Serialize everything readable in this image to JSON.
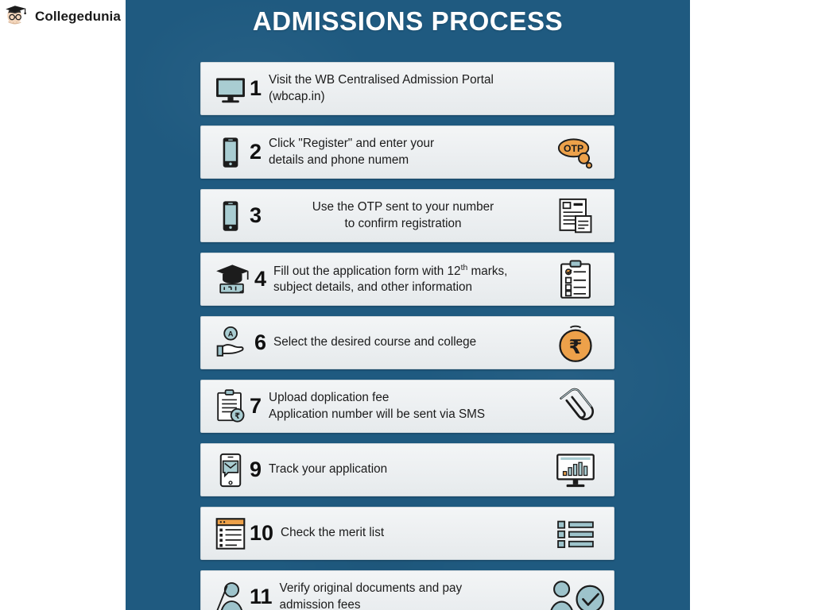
{
  "brand": {
    "name": "Collegedunia",
    "logo_icon": "graduate-avatar-icon"
  },
  "poster": {
    "title": "ADMISSIONS PROCESS",
    "background_color": "#1f5a80",
    "card_color": "#eef1f3",
    "accent_orange": "#eda14a",
    "icon_teal": "#9dc3cb",
    "text_color": "#1b1b1b"
  },
  "steps": [
    {
      "number": "1",
      "lead_icon": "desktop-monitor-icon",
      "text_line1": "Visit the WB Centralised Admission Portal",
      "text_line2": "(wbcap.in)",
      "align": "left",
      "trail_icon": ""
    },
    {
      "number": "2",
      "lead_icon": "smartphone-icon",
      "text_line1": "Click \"Register\" and enter your",
      "text_line2": "details and phone numem",
      "align": "left",
      "trail_icon": "otp-speech-bubble-icon",
      "trail_label": "OTP"
    },
    {
      "number": "3",
      "lead_icon": "smartphone-icon",
      "text_line1": "Use the OTP sent to your number",
      "text_line2": "to confirm registration",
      "align": "center",
      "trail_icon": "documents-icon"
    },
    {
      "number": "4",
      "lead_icon": "graduation-cap-icon",
      "text_line1": "Fill out the application form with 12th marks,",
      "text_line2": "subject details, and other information",
      "align": "left",
      "trail_icon": "clipboard-checklist-icon"
    },
    {
      "number": "6",
      "lead_icon": "hand-selecting-option-icon",
      "text_line1": "Select the desired course and college",
      "text_line2": "",
      "align": "left",
      "trail_icon": "rupee-coin-icon"
    },
    {
      "number": "7",
      "lead_icon": "clipboard-fee-icon",
      "text_line1": "Upload doplication fee",
      "text_line2": "Application number will be sent via SMS",
      "align": "left",
      "trail_icon": "paperclip-icon"
    },
    {
      "number": "9",
      "lead_icon": "phone-message-icon",
      "text_line1": "Track your application",
      "text_line2": "",
      "align": "left",
      "trail_icon": "monitor-bar-chart-icon"
    },
    {
      "number": "10",
      "lead_icon": "merit-list-document-icon",
      "text_line1": "Check the merit list",
      "text_line2": "",
      "align": "left",
      "trail_icon": "bullet-list-icon"
    },
    {
      "number": "11",
      "lead_icon": "person-outline-icon",
      "text_line1": "Verify original documents and pay",
      "text_line2": "admission fees",
      "align": "left",
      "trail_icon": "person-verified-check-icon"
    }
  ]
}
